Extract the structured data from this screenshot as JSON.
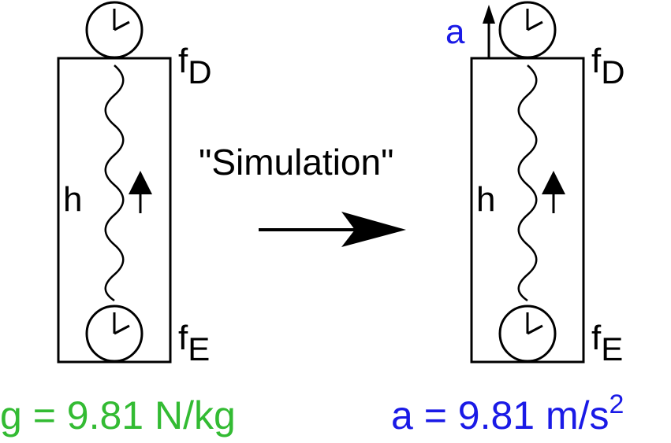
{
  "left_panel": {
    "top_label": "f",
    "top_sub": "D",
    "bottom_label": "f",
    "bottom_sub": "E",
    "height_label": "h",
    "caption": "g = 9.81 N/kg",
    "caption_color": "#33bb33"
  },
  "right_panel": {
    "accel_label": "a",
    "accel_color": "#1a1ae6",
    "top_label": "f",
    "top_sub": "D",
    "bottom_label": "f",
    "bottom_sub": "E",
    "height_label": "h",
    "caption_main": "a = 9.81 m/s",
    "caption_sup": "2",
    "caption_color": "#1a1ae6"
  },
  "center": {
    "label": "\"Simulation\""
  }
}
